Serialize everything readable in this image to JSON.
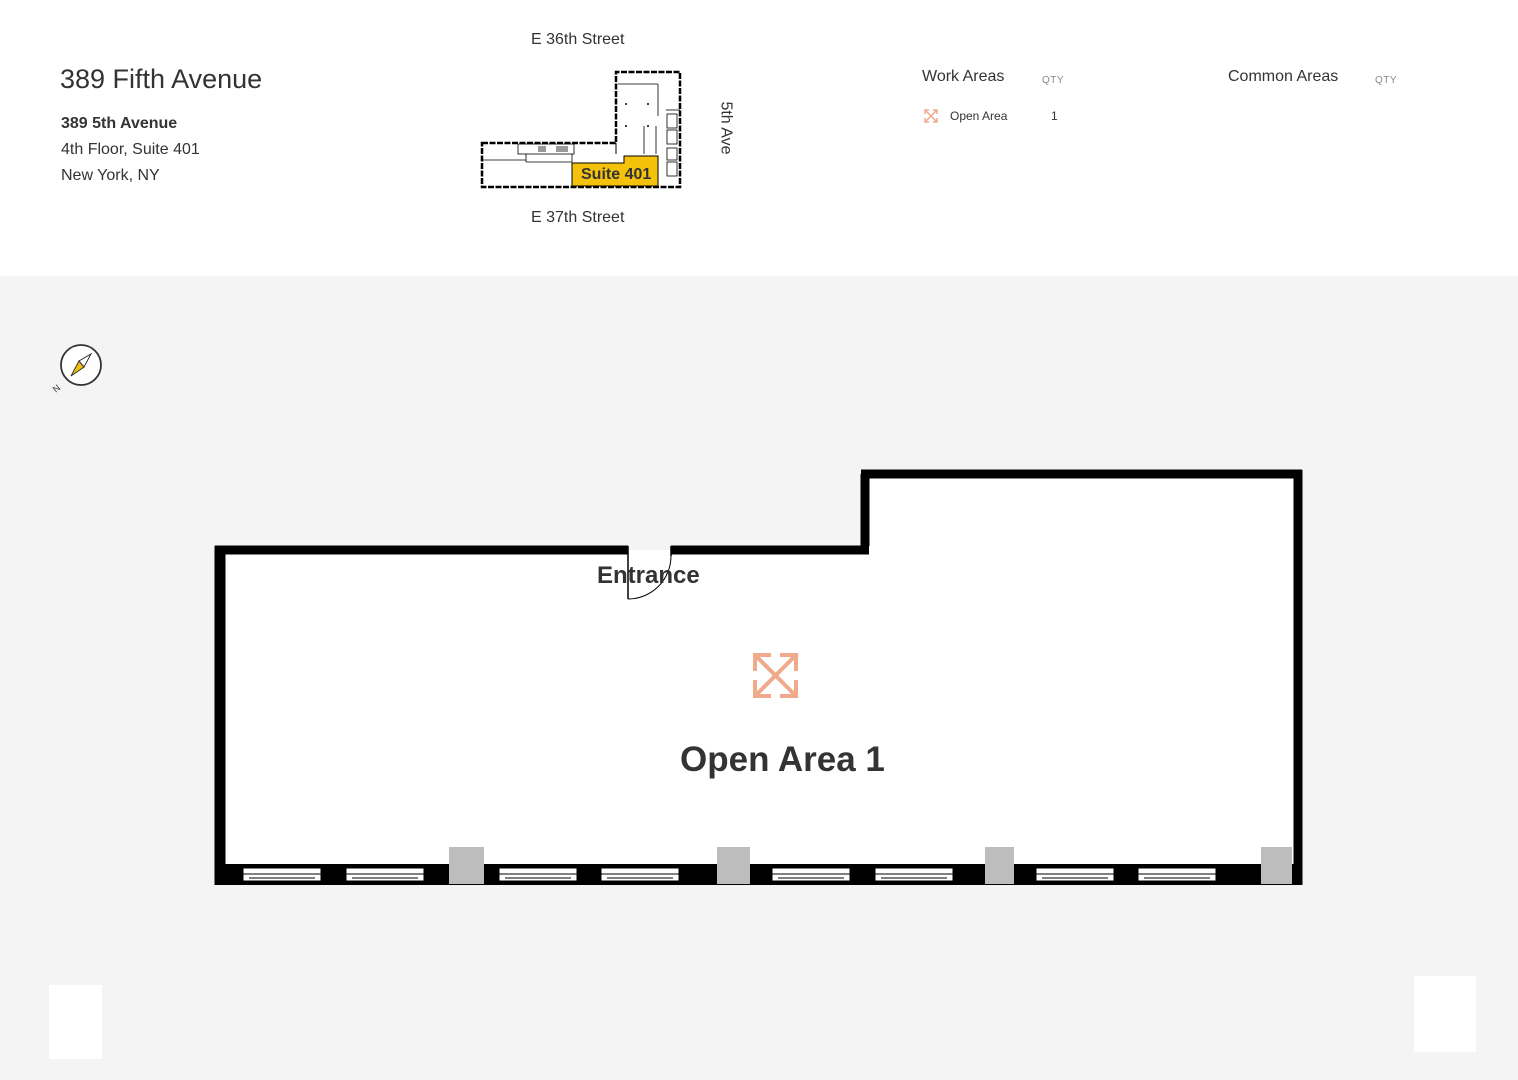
{
  "building": {
    "title": "389 Fifth Avenue",
    "address_line1": "389 5th Avenue",
    "address_line2": "4th Floor, Suite 401",
    "address_line3": "New York, NY"
  },
  "keymap": {
    "north_street": "E 36th Street",
    "south_street": "E 37th Street",
    "east_street": "5th Ave",
    "suite_label": "Suite 401",
    "suite_color": "#f5c20b"
  },
  "legend": {
    "work_areas_heading": "Work Areas",
    "common_areas_heading": "Common Areas",
    "qty_heading": "QTY",
    "work_items": [
      {
        "label": "Open Area",
        "qty": "1",
        "icon": "expand-arrows-icon",
        "color": "#f0a98a"
      }
    ]
  },
  "floorplan": {
    "entrance_label": "Entrance",
    "area_label": "Open Area 1",
    "wall_color": "#000000",
    "column_color": "#bdbdbd",
    "area_icon_color": "#f0a98a"
  },
  "compass": {
    "north_label": "N",
    "needle_color": "#f5c20b"
  }
}
